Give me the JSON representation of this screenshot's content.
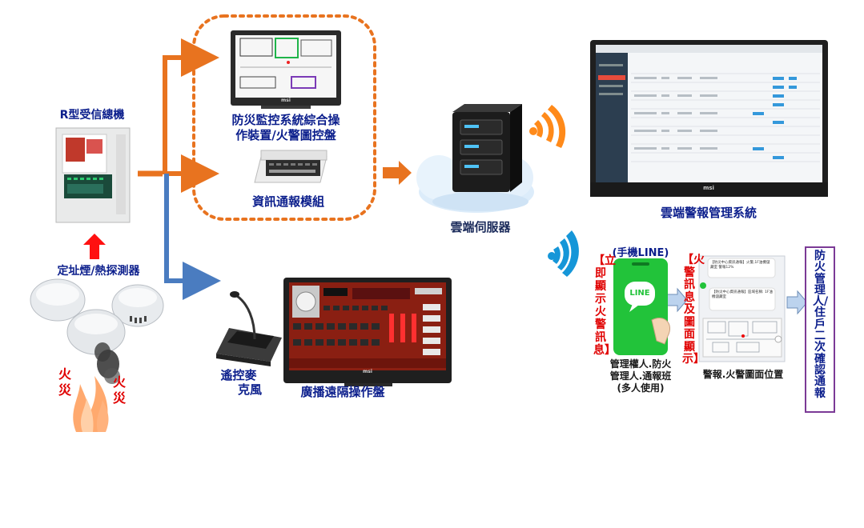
{
  "labels": {
    "panel": "R型受信總機",
    "detector": "定址煙/熱探測器",
    "fire_left": "火災",
    "fire_right": "火災",
    "monitor_line1": "防災監控系統綜合操",
    "monitor_line2": "作裝置/火警圖控盤",
    "info_module": "資訊通報模組",
    "cloud_server": "雲端伺服器",
    "cloud_mgmt": "雲端警報管理系統",
    "remote_mic_line1": "遙控麥",
    "remote_mic_line2": "克風",
    "broadcast": "廣播遠隔操作盤",
    "phone_line": "(手機LINE)",
    "instant_alert": "【立即顯示火警訊息】",
    "fire_info": "【火警訊息及圖面顯示】",
    "recipients_line1": "管理權人.防火",
    "recipients_line2": "管理人.通報班",
    "recipients_line3": "(多人使用)",
    "alarm_location": "警報.火警圖面位置",
    "confirm": "防火管理人/住戶二次確認通報",
    "line_logo": "LINE",
    "monitor_brand": "msi",
    "chat_msg1": "【防災中心資訊通報】火警,1F油機儲藏室 警報12%",
    "chat_msg2": "【防災中心資訊通報】區域名稱: 1F油機儲藏室"
  },
  "colors": {
    "orange_arrow": "#e8731f",
    "blue_arrow": "#4a7cc0",
    "dotted_border": "#e8731f",
    "confirm_border": "#7b3a96",
    "title_blue": "#0b1e8c",
    "alert_red": "#e00000",
    "line_green": "#22c33a"
  }
}
